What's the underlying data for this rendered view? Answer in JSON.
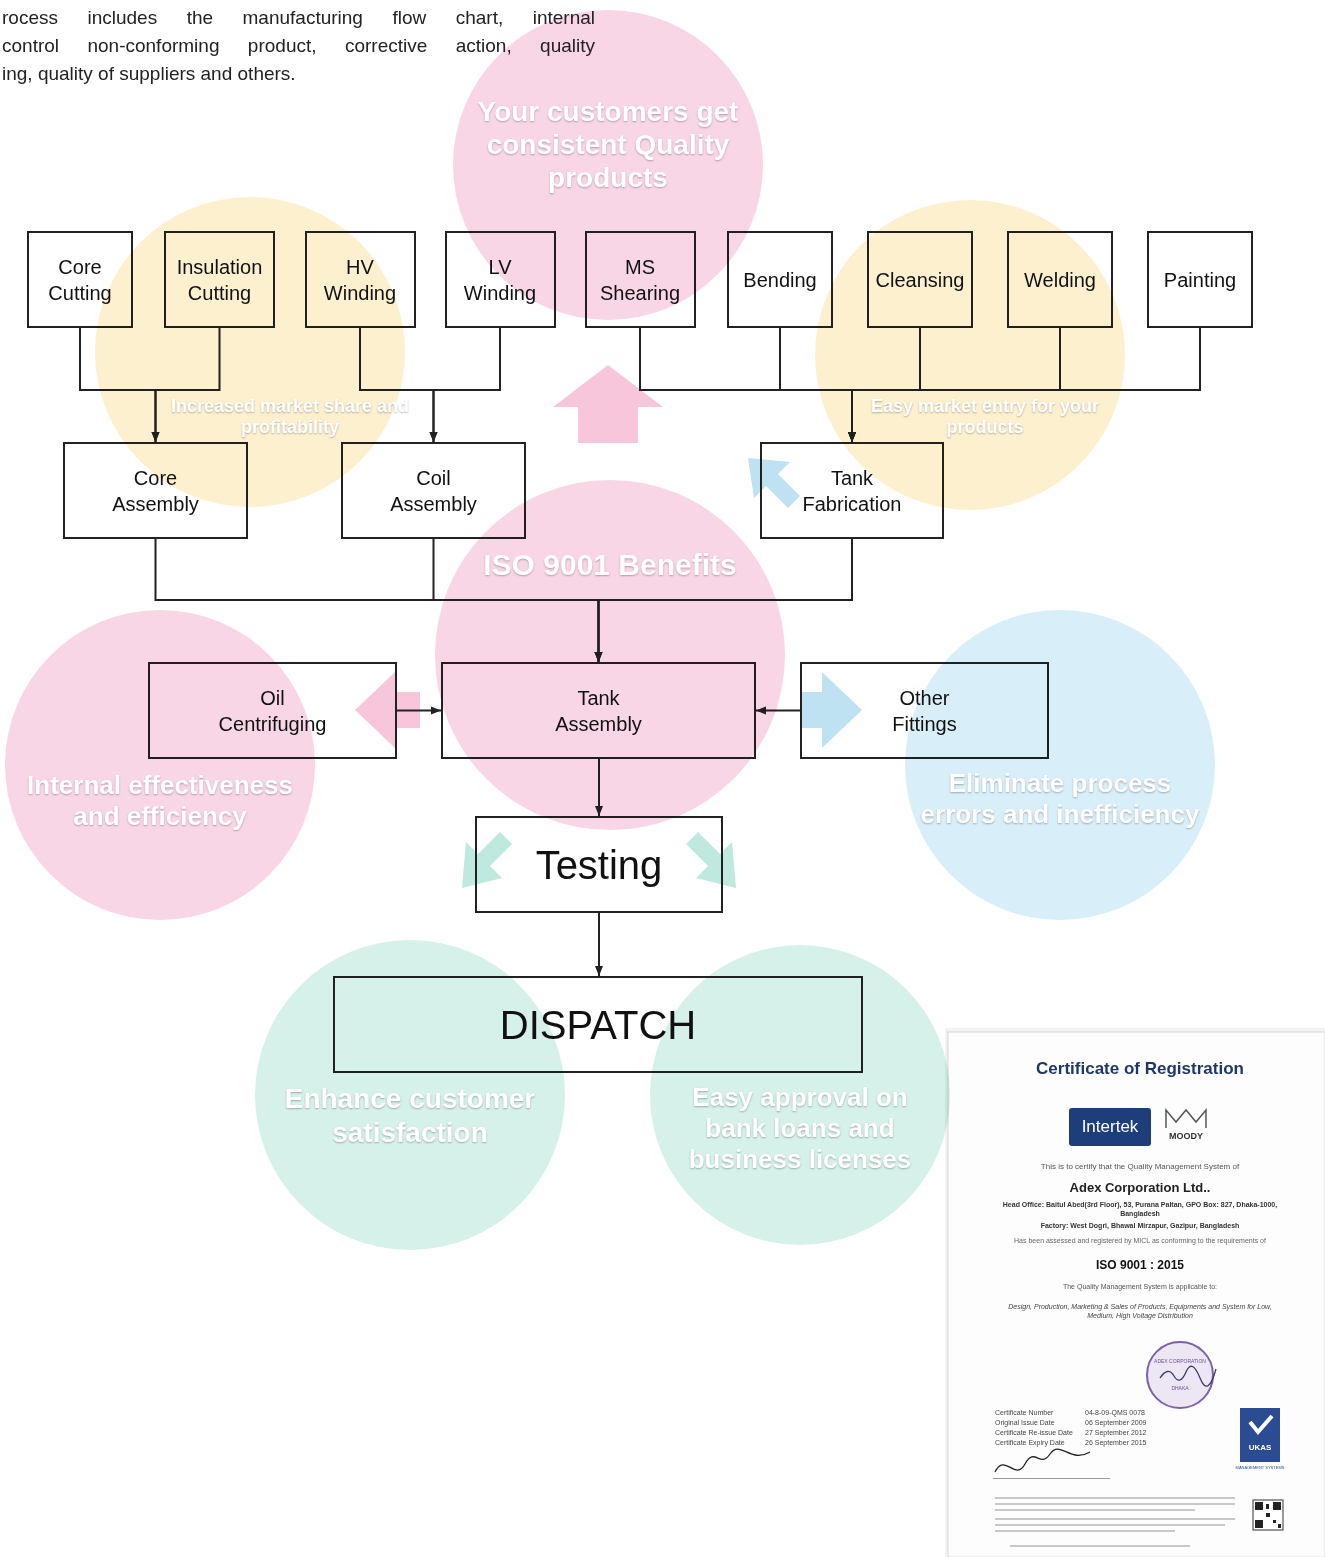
{
  "diagram": {
    "nodes": [
      {
        "text": [
          "Core Cutting"
        ]
      },
      {
        "text": [
          "Insulation Cutting"
        ]
      },
      {
        "text": [
          "HV Winding"
        ]
      },
      {
        "text": [
          "LV Winding"
        ]
      },
      {
        "text": [
          "MS Shearing"
        ]
      },
      {
        "text": [
          "Bending"
        ]
      },
      {
        "text": [
          "Cleansing"
        ]
      },
      {
        "text": [
          "Welding"
        ]
      },
      {
        "text": [
          "Painting"
        ]
      },
      {
        "text": [
          "Core Assembly"
        ]
      },
      {
        "text": [
          "Coil Assembly"
        ]
      },
      {
        "text": [
          "Tank Fabrication"
        ]
      },
      {
        "text": [
          "Oil Centrifuging"
        ]
      },
      {
        "text": [
          "Tank Assembly"
        ]
      },
      {
        "text": [
          "Other Fittings"
        ]
      },
      {
        "text": [
          "Testing"
        ]
      },
      {
        "text": [
          "DISPATCH"
        ]
      },
      {
        "text": [
          "Your customers get consistent Quality products"
        ]
      },
      {
        "text": [
          "Increased market share and profitability"
        ]
      },
      {
        "text": [
          "Easy market entry for your products"
        ]
      },
      {
        "text": [
          "ISO 9001 Benefits"
        ]
      },
      {
        "text": [
          "Internal effectiveness and efficiency"
        ]
      },
      {
        "text": [
          "Eliminate process errors and inefficiency"
        ]
      },
      {
        "text": [
          "Enhance customer satisfaction"
        ]
      },
      {
        "text": [
          "Easy approval on bank loans and business licenses"
        ]
      }
    ],
    "edges": [
      {
        "from": 0,
        "to": 9,
        "arrow": "to"
      },
      {
        "from": 1,
        "to": 9,
        "arrow": "to"
      },
      {
        "from": 2,
        "to": 10,
        "arrow": "to"
      },
      {
        "from": 3,
        "to": 10,
        "arrow": "to"
      },
      {
        "from": 4,
        "to": 11,
        "arrow": "to"
      },
      {
        "from": 5,
        "to": 11,
        "arrow": "to"
      },
      {
        "from": 6,
        "to": 11,
        "arrow": "to"
      },
      {
        "from": 7,
        "to": 11,
        "arrow": "to"
      },
      {
        "from": 8,
        "to": 11,
        "arrow": "to"
      },
      {
        "from": 9,
        "to": 13,
        "arrow": "to"
      },
      {
        "from": 10,
        "to": 13,
        "arrow": "to"
      },
      {
        "from": 11,
        "to": 13,
        "arrow": "to"
      },
      {
        "from": 12,
        "to": 13,
        "arrow": "to"
      },
      {
        "from": 14,
        "to": 13,
        "arrow": "to"
      },
      {
        "from": 13,
        "to": 15,
        "arrow": "to"
      },
      {
        "from": 15,
        "to": 16,
        "arrow": "to"
      }
    ],
    "labels": [
      "rocess includes the manufacturing flow chart, internal",
      "control non-conforming product, corrective action, quality",
      "ing, quality of suppliers and others.",
      "Certificate of Registration",
      "Intertek",
      "MOODY",
      "This is to certify that the Quality Management System of",
      "Adex Corporation Ltd..",
      "Head Office: Baitul Abed(3rd Floor), 53, Purana Paltan, GPO Box: 827, Dhaka-1000, Bangladesh",
      "Factory: West Dogri, Bhawal Mirzapur, Gazipur, Bangladesh",
      "Has been assessed and registered by MICL as conforming to the requirements of",
      "ISO 9001 : 2015",
      "The Quality Management System is applicable to:",
      "Design, Production, Marketing & Sales of Products, Equipments and System for Low, Medium, High Voltage Distribution",
      "Certificate Number",
      "04-8-09-QMS 0078",
      "Original Issue Date",
      "06 September 2009",
      "Certificate Re-issue Date",
      "27 September 2012",
      "Certificate Expiry Date",
      "26 September 2015",
      "ADEX CORPORATION",
      "DHAKA",
      "UKAS",
      "MANAGEMENT SYSTEMS"
    ]
  }
}
